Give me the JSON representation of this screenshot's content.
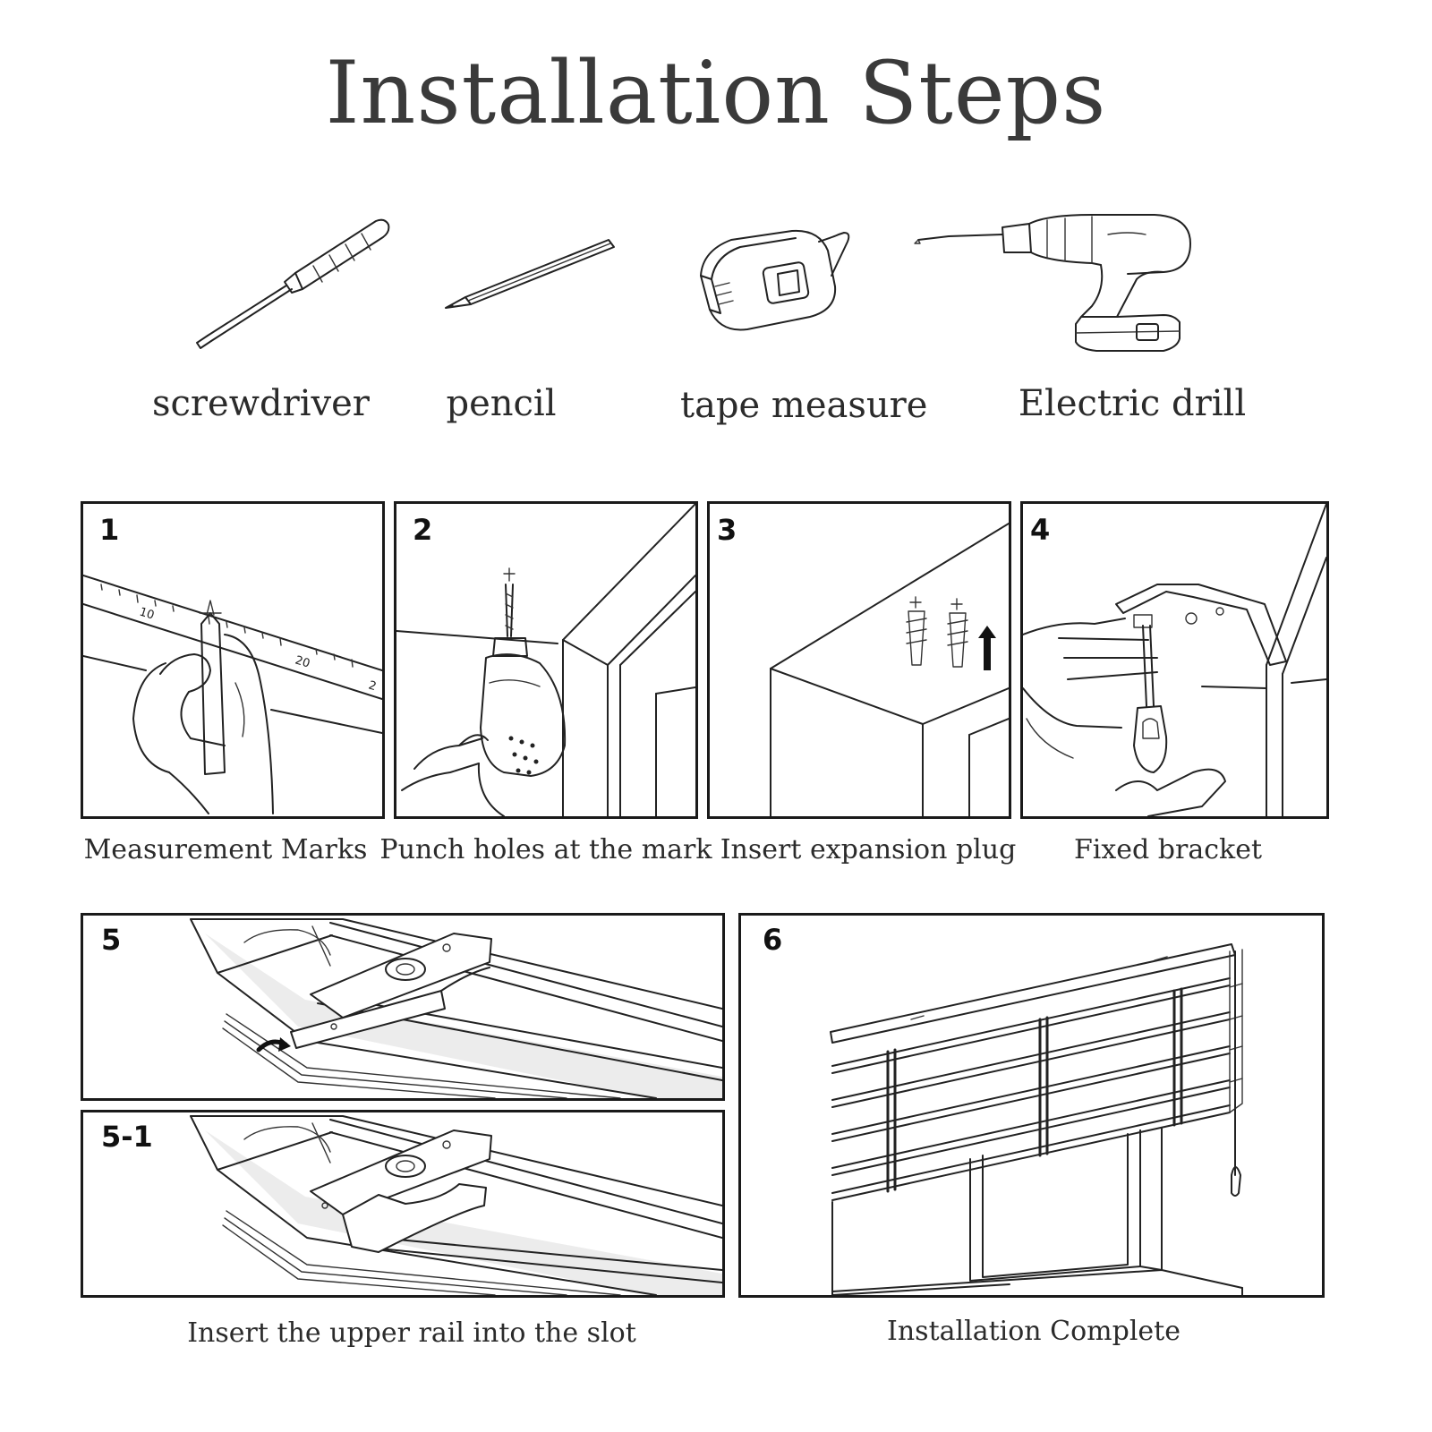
{
  "title": "Installation Steps",
  "tools": [
    {
      "label": "screwdriver",
      "icon": "screwdriver-icon"
    },
    {
      "label": "pencil",
      "icon": "pencil-icon"
    },
    {
      "label": "tape measure",
      "icon": "tape-measure-icon"
    },
    {
      "label": "Electric drill",
      "icon": "electric-drill-icon"
    }
  ],
  "steps": [
    {
      "number": "1",
      "caption": "Measurement Marks",
      "ruler_marks": [
        "10",
        "20",
        "2"
      ]
    },
    {
      "number": "2",
      "caption": "Punch holes at the mark"
    },
    {
      "number": "3",
      "caption": "Insert expansion plug"
    },
    {
      "number": "4",
      "caption": "Fixed bracket"
    },
    {
      "number": "5"
    },
    {
      "number": "5-1"
    },
    {
      "number": "6",
      "caption": "Installation Complete"
    }
  ],
  "caption_5": "Insert the upper rail into the slot"
}
